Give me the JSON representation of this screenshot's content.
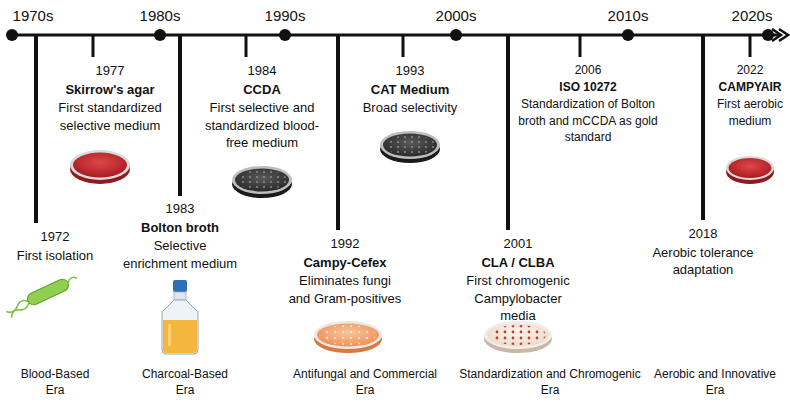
{
  "diagram": {
    "labels": [
      "1970s",
      "1980s",
      "1990s",
      "2000s",
      "2010s",
      "2020s",
      "1972",
      "First isolation",
      "1977",
      "Skirrow's agar",
      "First standardized selective medium",
      "1983",
      "Bolton broth",
      "Selective enrichment medium",
      "1984",
      "CCDA",
      "First selective and standardized blood-free medium",
      "1992",
      "Campy-Cefex",
      "Eliminates fungi and Gram-positives",
      "1993",
      "CAT Medium",
      "Broad selectivity",
      "2001",
      "CLA / CLBA",
      "First chromogenic Campylobacter media",
      "2006",
      "ISO 10272",
      "Standardization of Bolton broth and mCCDA as gold standard",
      "2018",
      "Aerobic tolerance adaptation",
      "2022",
      "CAMPYAIR",
      "First aerobic medium",
      "Blood-Based Era",
      "Charcoal-Based Era",
      "Antifungal and Commercial Era",
      "Standardization and Chromogenic Era",
      "Aerobic and Innovative Era"
    ]
  }
}
